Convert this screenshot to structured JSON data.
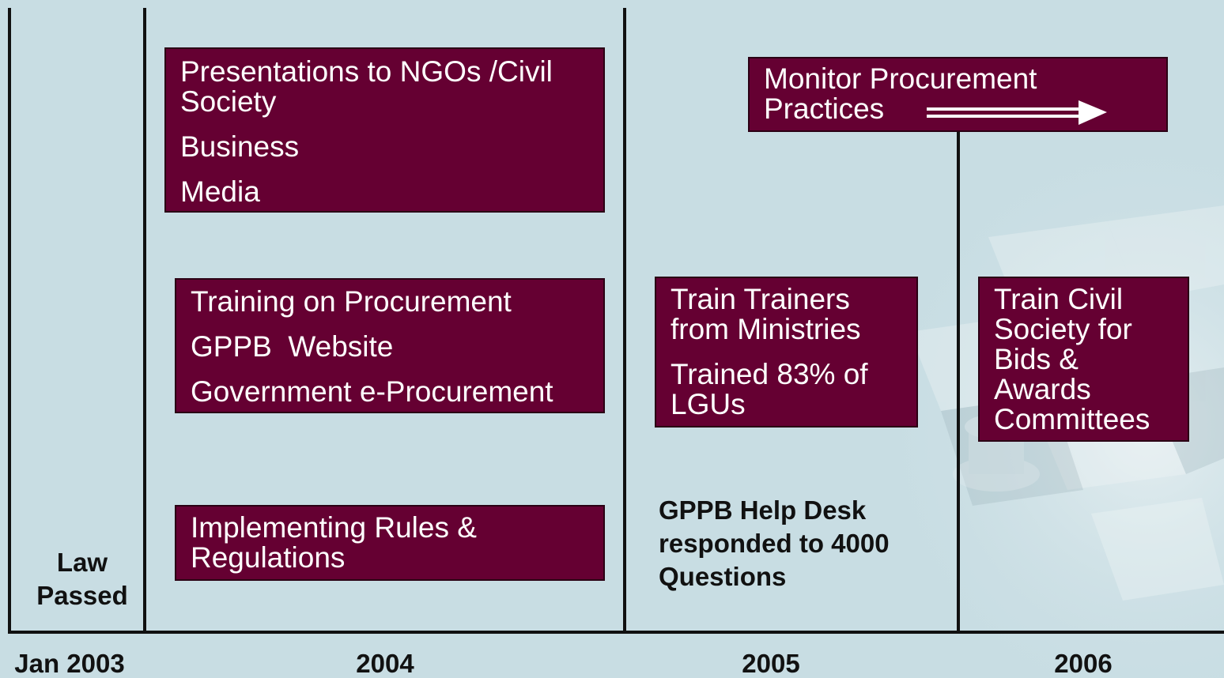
{
  "timeline": {
    "labels": {
      "start": "Jan 2003",
      "y2004": "2004",
      "y2005": "2005",
      "y2006": "2006"
    },
    "milestone": {
      "line1": "Law",
      "line2": "Passed"
    }
  },
  "boxes": {
    "outreach": {
      "items": [
        "Presentations to NGOs /Civil\nSociety",
        "Business",
        "Media"
      ]
    },
    "training": {
      "items": [
        "Training on Procurement",
        "GPPB  Website",
        "Government e-Procurement"
      ]
    },
    "rules": {
      "items": [
        "Implementing Rules &\nRegulations"
      ]
    },
    "monitor": {
      "line1": "Monitor Procurement",
      "line2": "Practices"
    },
    "trainers": {
      "items": [
        "Train Trainers\nfrom Ministries",
        "Trained 83% of\nLGUs"
      ]
    },
    "civil": {
      "items": [
        "Train Civil\nSociety for\nBids &\nAwards\nCommittees"
      ]
    }
  },
  "helpdesk": {
    "line1": "GPPB Help Desk",
    "line2": "responded to 4000",
    "line3": "Questions"
  },
  "colors": {
    "box_fill": "#650032",
    "background": "#c8dde3",
    "line": "#111111"
  }
}
